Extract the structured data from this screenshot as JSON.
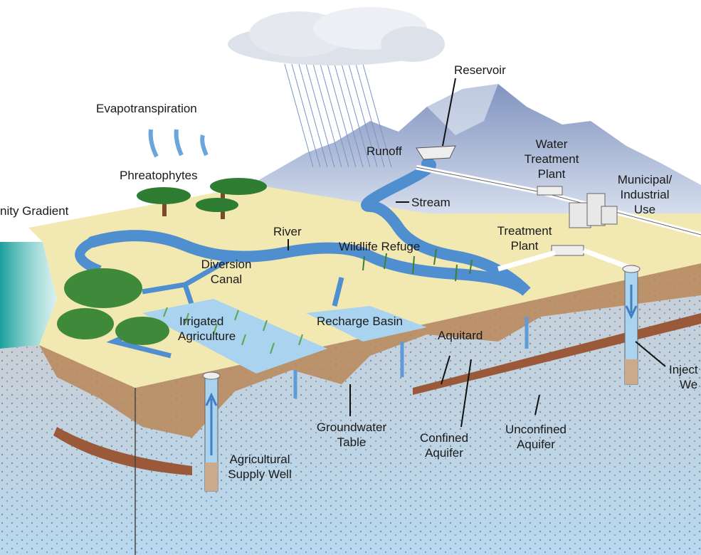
{
  "diagram": {
    "labels": {
      "evapotranspiration": "Evapotranspiration",
      "phreatophytes": "Phreatophytes",
      "salinity_gradient": "nity Gradient",
      "river": "River",
      "diversion_canal_1": "Diversion",
      "diversion_canal_2": "Canal",
      "wildlife_refuge": "Wildlife Refuge",
      "irrigated_agriculture_1": "Irrigated",
      "irrigated_agriculture_2": "Agriculture",
      "recharge_basin": "Recharge Basin",
      "aquitard": "Aquitard",
      "groundwater_table_1": "Groundwater",
      "groundwater_table_2": "Table",
      "confined_aquifer_1": "Confined",
      "confined_aquifer_2": "Aquifer",
      "unconfined_aquifer_1": "Unconfined",
      "unconfined_aquifer_2": "Aquifer",
      "agricultural_supply_well_1": "Agricultural",
      "agricultural_supply_well_2": "Supply Well",
      "injection_well_1": "Inject",
      "injection_well_2": "We",
      "treatment_plant_1": "Treatment",
      "treatment_plant_2": "Plant",
      "water_treatment_plant_1": "Water",
      "water_treatment_plant_2": "Treatment",
      "water_treatment_plant_3": "Plant",
      "municipal_use_1": "Municipal/",
      "municipal_use_2": "Industrial",
      "municipal_use_3": "Use",
      "stream": "Stream",
      "runoff": "Runoff",
      "reservoir": "Reservoir"
    },
    "colors": {
      "land": "#f2e8b2",
      "water": "#4f8fd0",
      "soil": "#b98b5e",
      "aquitard": "#9a5a3a",
      "aquifer": "#c7d3dd",
      "mountain": "#9fb0d0"
    }
  }
}
